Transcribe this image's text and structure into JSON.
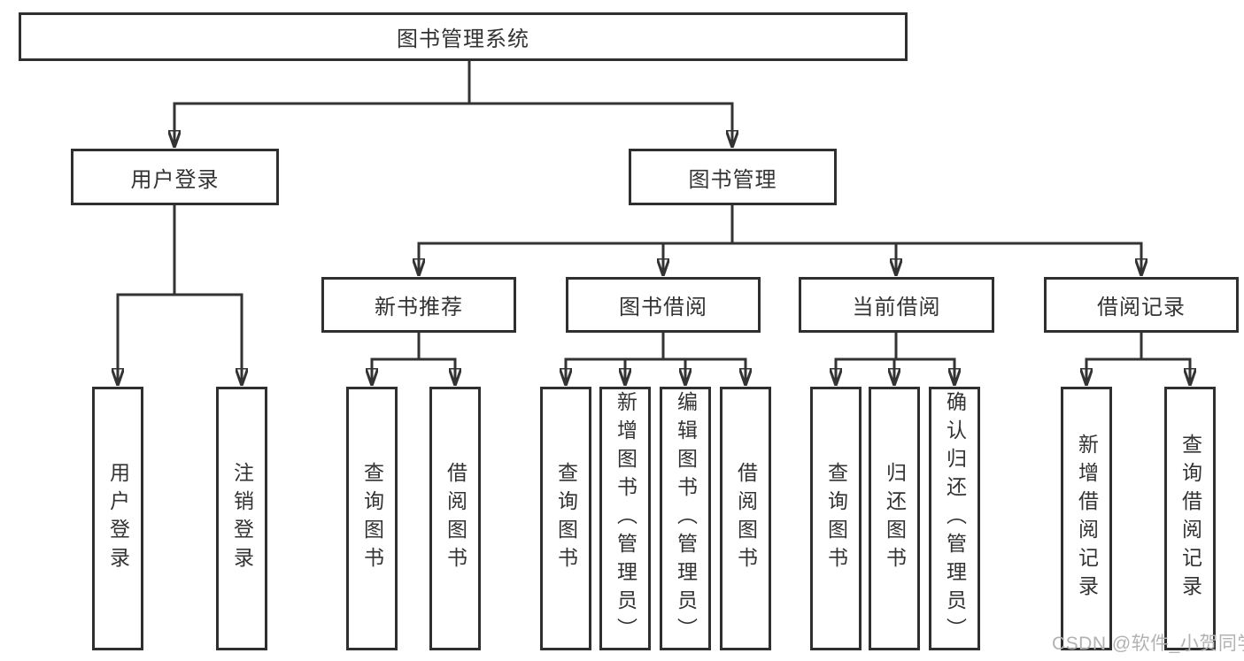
{
  "colors": {
    "line": "#333333",
    "box_border": "#2f2f2f",
    "text": "#333333",
    "watermark": "#b2b2b2",
    "background": "#ffffff"
  },
  "watermark": {
    "text": "CSDN @软件_小贺同学"
  },
  "tree": {
    "label": "图书管理系统",
    "children": [
      {
        "label": "用户登录",
        "children": [
          {
            "label": "用户登录"
          },
          {
            "label": "注销登录"
          }
        ]
      },
      {
        "label": "图书管理",
        "children": [
          {
            "label": "新书推荐",
            "children": [
              {
                "label": "查询图书"
              },
              {
                "label": "借阅图书"
              }
            ]
          },
          {
            "label": "图书借阅",
            "children": [
              {
                "label": "查询图书"
              },
              {
                "label": "新增图书（管理员）"
              },
              {
                "label": "编辑图书（管理员）"
              },
              {
                "label": "借阅图书"
              }
            ]
          },
          {
            "label": "当前借阅",
            "children": [
              {
                "label": "查询图书"
              },
              {
                "label": "归还图书"
              },
              {
                "label": "确认归还（管理员）"
              }
            ]
          },
          {
            "label": "借阅记录",
            "children": [
              {
                "label": "新增借阅记录"
              },
              {
                "label": "查询借阅记录"
              }
            ]
          }
        ]
      }
    ]
  }
}
